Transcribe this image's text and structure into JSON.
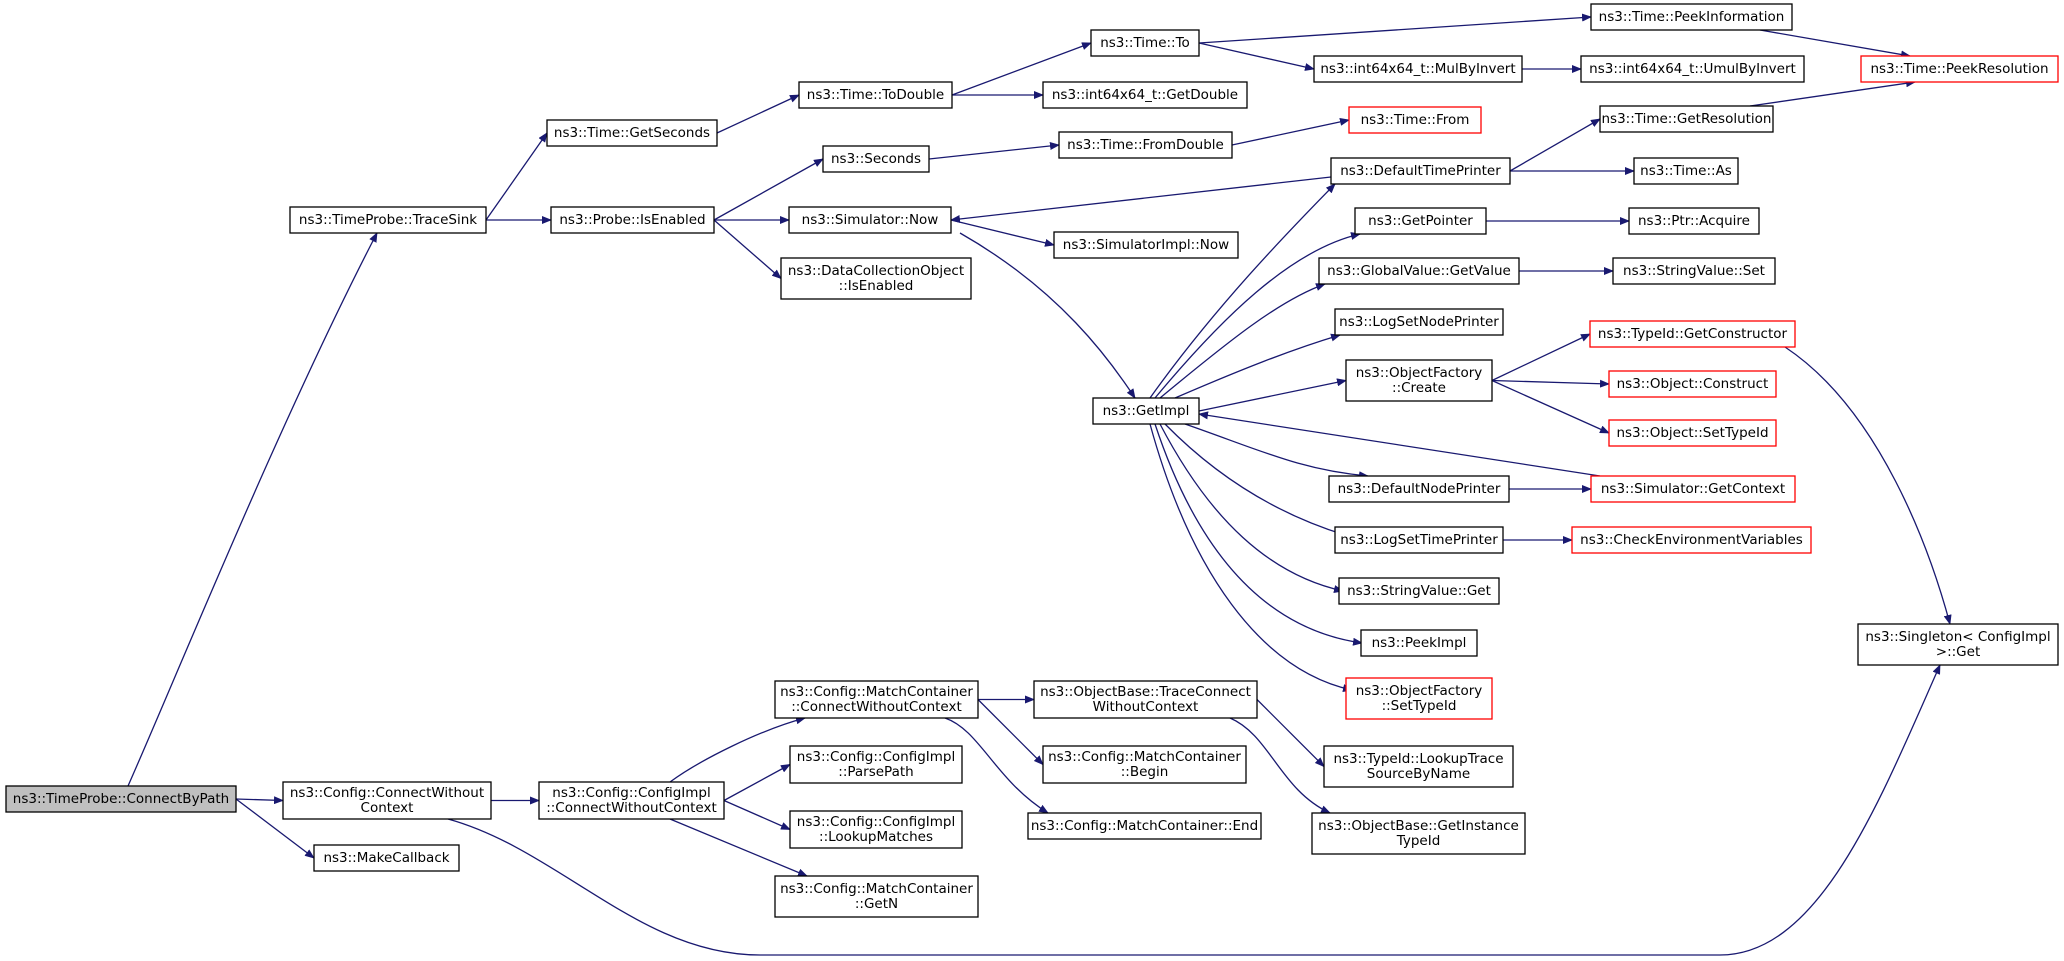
{
  "colors": {
    "edge": "#191970",
    "node_border": "#000000",
    "node_border_truncated": "#ff0000",
    "root_fill": "#bfbfbf",
    "background": "#ffffff"
  },
  "nodes": [
    {
      "id": "connectbypath",
      "lines": [
        "ns3::TimeProbe::ConnectByPath"
      ],
      "style": "root"
    },
    {
      "id": "tracesink",
      "lines": [
        "ns3::TimeProbe::TraceSink"
      ],
      "style": "normal"
    },
    {
      "id": "cfg_connectwithoutcontext",
      "lines": [
        "ns3::Config::ConnectWithout",
        "Context"
      ],
      "style": "normal"
    },
    {
      "id": "makecallback",
      "lines": [
        "ns3::MakeCallback"
      ],
      "style": "normal"
    },
    {
      "id": "time_getseconds",
      "lines": [
        "ns3::Time::GetSeconds"
      ],
      "style": "normal"
    },
    {
      "id": "probe_isenabled",
      "lines": [
        "ns3::Probe::IsEnabled"
      ],
      "style": "normal"
    },
    {
      "id": "configimpl_connectwithoutcontext",
      "lines": [
        "ns3::Config::ConfigImpl",
        "::ConnectWithoutContext"
      ],
      "style": "normal"
    },
    {
      "id": "time_todouble",
      "lines": [
        "ns3::Time::ToDouble"
      ],
      "style": "normal"
    },
    {
      "id": "seconds",
      "lines": [
        "ns3::Seconds"
      ],
      "style": "normal"
    },
    {
      "id": "simulator_now",
      "lines": [
        "ns3::Simulator::Now"
      ],
      "style": "normal"
    },
    {
      "id": "dco_isenabled",
      "lines": [
        "ns3::DataCollectionObject",
        "::IsEnabled"
      ],
      "style": "normal"
    },
    {
      "id": "mc_connectwithoutcontext",
      "lines": [
        "ns3::Config::MatchContainer",
        "::ConnectWithoutContext"
      ],
      "style": "normal"
    },
    {
      "id": "configimpl_parsepath",
      "lines": [
        "ns3::Config::ConfigImpl",
        "::ParsePath"
      ],
      "style": "normal"
    },
    {
      "id": "configimpl_lookupmatches",
      "lines": [
        "ns3::Config::ConfigImpl",
        "::LookupMatches"
      ],
      "style": "normal"
    },
    {
      "id": "mc_getn",
      "lines": [
        "ns3::Config::MatchContainer",
        "::GetN"
      ],
      "style": "normal"
    },
    {
      "id": "time_to",
      "lines": [
        "ns3::Time::To"
      ],
      "style": "normal"
    },
    {
      "id": "int64_getdouble",
      "lines": [
        "ns3::int64x64_t::GetDouble"
      ],
      "style": "normal"
    },
    {
      "id": "time_fromdouble",
      "lines": [
        "ns3::Time::FromDouble"
      ],
      "style": "normal"
    },
    {
      "id": "simimpl_now",
      "lines": [
        "ns3::SimulatorImpl::Now"
      ],
      "style": "normal"
    },
    {
      "id": "getimpl",
      "lines": [
        "ns3::GetImpl"
      ],
      "style": "normal"
    },
    {
      "id": "ob_traceconnect",
      "lines": [
        "ns3::ObjectBase::TraceConnect",
        "WithoutContext"
      ],
      "style": "normal"
    },
    {
      "id": "mc_begin",
      "lines": [
        "ns3::Config::MatchContainer",
        "::Begin"
      ],
      "style": "normal"
    },
    {
      "id": "mc_end",
      "lines": [
        "ns3::Config::MatchContainer::End"
      ],
      "style": "normal"
    },
    {
      "id": "int64_mulbyinvert",
      "lines": [
        "ns3::int64x64_t::MulByInvert"
      ],
      "style": "normal"
    },
    {
      "id": "time_from",
      "lines": [
        "ns3::Time::From"
      ],
      "style": "truncated"
    },
    {
      "id": "defaulttimeprinter",
      "lines": [
        "ns3::DefaultTimePrinter"
      ],
      "style": "normal"
    },
    {
      "id": "getpointer",
      "lines": [
        "ns3::GetPointer"
      ],
      "style": "normal"
    },
    {
      "id": "globalvalue_getvalue",
      "lines": [
        "ns3::GlobalValue::GetValue"
      ],
      "style": "normal"
    },
    {
      "id": "logsetnodeprinter",
      "lines": [
        "ns3::LogSetNodePrinter"
      ],
      "style": "normal"
    },
    {
      "id": "objectfactory_create",
      "lines": [
        "ns3::ObjectFactory",
        "::Create"
      ],
      "style": "normal"
    },
    {
      "id": "defaultnodeprinter",
      "lines": [
        "ns3::DefaultNodePrinter"
      ],
      "style": "normal"
    },
    {
      "id": "logsettimeprinter",
      "lines": [
        "ns3::LogSetTimePrinter"
      ],
      "style": "normal"
    },
    {
      "id": "stringvalue_get",
      "lines": [
        "ns3::StringValue::Get"
      ],
      "style": "normal"
    },
    {
      "id": "peekimpl",
      "lines": [
        "ns3::PeekImpl"
      ],
      "style": "normal"
    },
    {
      "id": "objectfactory_settypeid",
      "lines": [
        "ns3::ObjectFactory",
        "::SetTypeId"
      ],
      "style": "truncated"
    },
    {
      "id": "typeid_lookuptrace",
      "lines": [
        "ns3::TypeId::LookupTrace",
        "SourceByName"
      ],
      "style": "normal"
    },
    {
      "id": "ob_getinstancetypeid",
      "lines": [
        "ns3::ObjectBase::GetInstance",
        "TypeId"
      ],
      "style": "normal"
    },
    {
      "id": "time_peekinformation",
      "lines": [
        "ns3::Time::PeekInformation"
      ],
      "style": "normal"
    },
    {
      "id": "int64_umulbyinvert",
      "lines": [
        "ns3::int64x64_t::UmulByInvert"
      ],
      "style": "normal"
    },
    {
      "id": "time_getresolution",
      "lines": [
        "ns3::Time::GetResolution"
      ],
      "style": "normal"
    },
    {
      "id": "time_as",
      "lines": [
        "ns3::Time::As"
      ],
      "style": "normal"
    },
    {
      "id": "ptr_acquire",
      "lines": [
        "ns3::Ptr::Acquire"
      ],
      "style": "normal"
    },
    {
      "id": "stringvalue_set",
      "lines": [
        "ns3::StringValue::Set"
      ],
      "style": "normal"
    },
    {
      "id": "typeid_getconstructor",
      "lines": [
        "ns3::TypeId::GetConstructor"
      ],
      "style": "truncated"
    },
    {
      "id": "object_construct",
      "lines": [
        "ns3::Object::Construct"
      ],
      "style": "truncated"
    },
    {
      "id": "object_settypeid",
      "lines": [
        "ns3::Object::SetTypeId"
      ],
      "style": "truncated"
    },
    {
      "id": "simulator_getcontext",
      "lines": [
        "ns3::Simulator::GetContext"
      ],
      "style": "truncated"
    },
    {
      "id": "checkenvvars",
      "lines": [
        "ns3::CheckEnvironmentVariables"
      ],
      "style": "truncated"
    },
    {
      "id": "time_peekresolution",
      "lines": [
        "ns3::Time::PeekResolution"
      ],
      "style": "truncated"
    },
    {
      "id": "singleton_get",
      "lines": [
        "ns3::Singleton< ConfigImpl",
        " >::Get"
      ],
      "style": "normal"
    }
  ],
  "edges": [
    [
      "connectbypath",
      "tracesink"
    ],
    [
      "connectbypath",
      "cfg_connectwithoutcontext"
    ],
    [
      "connectbypath",
      "makecallback"
    ],
    [
      "tracesink",
      "time_getseconds"
    ],
    [
      "tracesink",
      "probe_isenabled"
    ],
    [
      "cfg_connectwithoutcontext",
      "configimpl_connectwithoutcontext"
    ],
    [
      "cfg_connectwithoutcontext",
      "singleton_get"
    ],
    [
      "time_getseconds",
      "time_todouble"
    ],
    [
      "probe_isenabled",
      "seconds"
    ],
    [
      "probe_isenabled",
      "simulator_now"
    ],
    [
      "probe_isenabled",
      "dco_isenabled"
    ],
    [
      "configimpl_connectwithoutcontext",
      "mc_connectwithoutcontext"
    ],
    [
      "configimpl_connectwithoutcontext",
      "configimpl_parsepath"
    ],
    [
      "configimpl_connectwithoutcontext",
      "configimpl_lookupmatches"
    ],
    [
      "configimpl_connectwithoutcontext",
      "mc_getn"
    ],
    [
      "time_todouble",
      "time_to"
    ],
    [
      "time_todouble",
      "int64_getdouble"
    ],
    [
      "seconds",
      "time_fromdouble"
    ],
    [
      "simulator_now",
      "simimpl_now"
    ],
    [
      "simulator_now",
      "getimpl"
    ],
    [
      "mc_connectwithoutcontext",
      "ob_traceconnect"
    ],
    [
      "mc_connectwithoutcontext",
      "mc_begin"
    ],
    [
      "mc_connectwithoutcontext",
      "mc_end"
    ],
    [
      "time_to",
      "time_peekinformation"
    ],
    [
      "time_to",
      "int64_mulbyinvert"
    ],
    [
      "time_fromdouble",
      "time_from"
    ],
    [
      "getimpl",
      "defaulttimeprinter"
    ],
    [
      "getimpl",
      "getpointer"
    ],
    [
      "getimpl",
      "globalvalue_getvalue"
    ],
    [
      "getimpl",
      "logsetnodeprinter"
    ],
    [
      "getimpl",
      "objectfactory_create"
    ],
    [
      "getimpl",
      "defaultnodeprinter"
    ],
    [
      "getimpl",
      "logsettimeprinter"
    ],
    [
      "getimpl",
      "stringvalue_get"
    ],
    [
      "getimpl",
      "peekimpl"
    ],
    [
      "getimpl",
      "objectfactory_settypeid"
    ],
    [
      "ob_traceconnect",
      "typeid_lookuptrace"
    ],
    [
      "ob_traceconnect",
      "ob_getinstancetypeid"
    ],
    [
      "int64_mulbyinvert",
      "int64_umulbyinvert"
    ],
    [
      "time_peekinformation",
      "time_peekresolution"
    ],
    [
      "defaulttimeprinter",
      "time_getresolution"
    ],
    [
      "defaulttimeprinter",
      "time_as"
    ],
    [
      "defaulttimeprinter",
      "simulator_now"
    ],
    [
      "time_getresolution",
      "time_peekresolution"
    ],
    [
      "getpointer",
      "ptr_acquire"
    ],
    [
      "globalvalue_getvalue",
      "stringvalue_set"
    ],
    [
      "objectfactory_create",
      "typeid_getconstructor"
    ],
    [
      "objectfactory_create",
      "object_construct"
    ],
    [
      "objectfactory_create",
      "object_settypeid"
    ],
    [
      "defaultnodeprinter",
      "simulator_getcontext"
    ],
    [
      "simulator_getcontext",
      "getimpl"
    ],
    [
      "logsettimeprinter",
      "checkenvvars"
    ],
    [
      "typeid_getconstructor",
      "singleton_get"
    ]
  ]
}
